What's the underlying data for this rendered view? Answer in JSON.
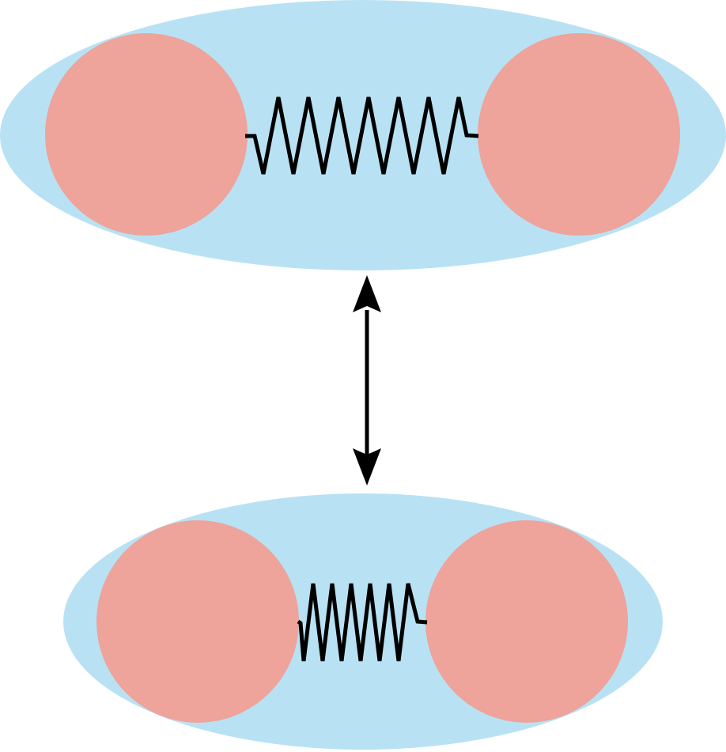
{
  "colors": {
    "background": "#ffffff",
    "cloud": "#b8e2f4",
    "atom": "#eea39b",
    "spring": "#000000",
    "arrow": "#000000"
  },
  "molecules": [
    {
      "state": "stretched",
      "spring_coils": 8
    },
    {
      "state": "compressed",
      "spring_coils": 8
    }
  ],
  "arrow": {
    "direction": "bidirectional-vertical"
  }
}
